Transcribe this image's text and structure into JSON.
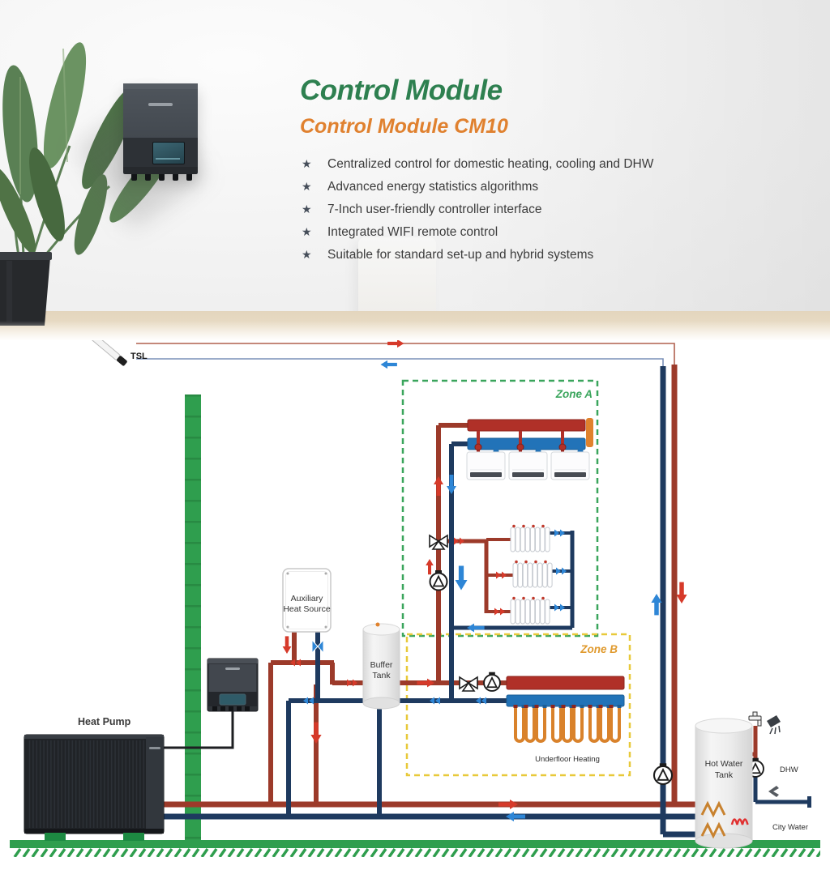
{
  "header": {
    "title": "Control Module",
    "subtitle": "Control Module CM10",
    "bullet_icon": "★",
    "features": [
      "Centralized control for domestic heating, cooling and DHW",
      "Advanced energy statistics algorithms",
      "7-Inch user-friendly controller interface",
      "Integrated WIFI remote control",
      "Suitable for standard set-up and hybrid systems"
    ]
  },
  "diagram": {
    "sensor_label": "TSL",
    "zones": {
      "a": "Zone A",
      "b": "Zone B"
    },
    "components": {
      "heat_pump": "Heat Pump",
      "aux_line1": "Auxiliary",
      "aux_line2": "Heat Source",
      "buffer_line1": "Buffer",
      "buffer_line2": "Tank",
      "hwt_line1": "Hot Water",
      "hwt_line2": "Tank",
      "floor_heating": "Underfloor Heating",
      "dhw": "DHW",
      "city_water": "City Water"
    },
    "colors": {
      "supply_pipe": "#9c3a2a",
      "return_pipe": "#1e3a5f",
      "manifold_red": "#b03028",
      "manifold_blue": "#2273b8",
      "zone_a_border": "#3aa55c",
      "zone_b_border": "#e8c93a",
      "wall_green": "#2f9e4e",
      "coil_orange": "#d9822b",
      "arrow_red": "#d63a2a",
      "arrow_blue": "#2e86d6",
      "title_green": "#2e8050",
      "subtitle_orange": "#e0812f"
    }
  }
}
